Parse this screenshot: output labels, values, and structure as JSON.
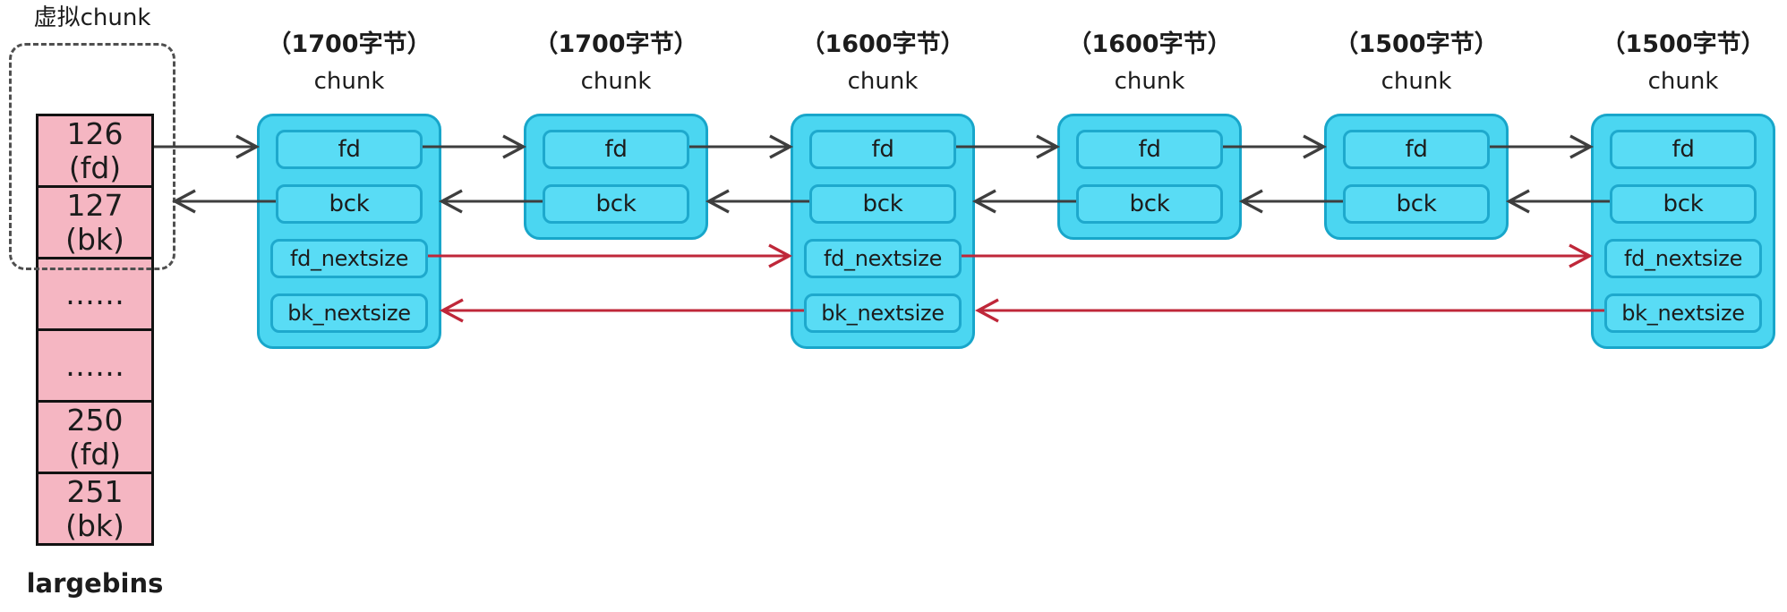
{
  "left_panel": {
    "title": "虚拟chunk",
    "footer": "largebins",
    "cells": [
      {
        "line1": "126",
        "line2": "(fd)"
      },
      {
        "line1": "127",
        "line2": "(bk)"
      },
      {
        "line1": "……",
        "line2": ""
      },
      {
        "line1": "……",
        "line2": ""
      },
      {
        "line1": "250",
        "line2": "(fd)"
      },
      {
        "line1": "251",
        "line2": "(bk)"
      }
    ]
  },
  "chunks": [
    {
      "size_label": "（1700字节）",
      "type_label": "chunk",
      "fields": [
        "fd",
        "bck",
        "fd_nextsize",
        "bk_nextsize"
      ]
    },
    {
      "size_label": "（1700字节）",
      "type_label": "chunk",
      "fields": [
        "fd",
        "bck"
      ]
    },
    {
      "size_label": "（1600字节）",
      "type_label": "chunk",
      "fields": [
        "fd",
        "bck",
        "fd_nextsize",
        "bk_nextsize"
      ]
    },
    {
      "size_label": "（1600字节）",
      "type_label": "chunk",
      "fields": [
        "fd",
        "bck"
      ]
    },
    {
      "size_label": "（1500字节）",
      "type_label": "chunk",
      "fields": [
        "fd",
        "bck"
      ]
    },
    {
      "size_label": "（1500字节）",
      "type_label": "chunk",
      "fields": [
        "fd",
        "bck",
        "fd_nextsize",
        "bk_nextsize"
      ]
    }
  ],
  "colors": {
    "pink_fill": "#f5b6c2",
    "cell_border": "#121212",
    "chunk_fill": "#4bd6f1",
    "chunk_border": "#18a6ca",
    "field_fill": "#59dcf5",
    "field_border": "#1ea9cd",
    "arrow_dark": "#3e3e3e",
    "arrow_red": "#bf2739",
    "dash_color": "#4f4f4f",
    "text_color": "#1c1c1c"
  }
}
